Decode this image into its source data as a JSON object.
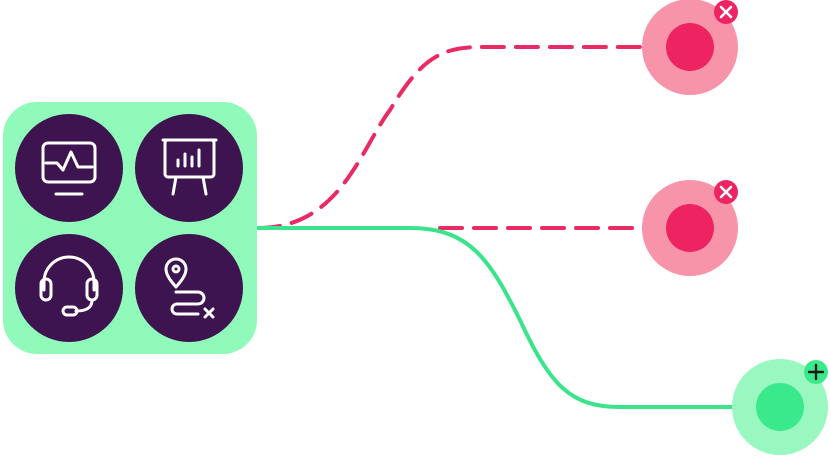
{
  "colors": {
    "hub_bg": "#8ffab9",
    "tile": "#3d144f",
    "tile_icon": "#ffffff",
    "error_outer": "#f794aa",
    "error_inner": "#ee2462",
    "error_line": "#ea2a63",
    "success_outer": "#99f7c0",
    "success_inner": "#3ae98b",
    "success_line": "#3be48b",
    "badge_icon_on_error": "#ffffff",
    "badge_icon_on_success": "#1a1a1a"
  },
  "hub": {
    "tiles": [
      {
        "icon": "monitor-pulse-icon"
      },
      {
        "icon": "presentation-chart-icon"
      },
      {
        "icon": "headset-icon"
      },
      {
        "icon": "route-location-icon"
      }
    ]
  },
  "endpoints": [
    {
      "status": "failed",
      "line_style": "dashed",
      "badge_icon": "close-icon"
    },
    {
      "status": "failed",
      "line_style": "dashed",
      "badge_icon": "close-icon"
    },
    {
      "status": "connected",
      "line_style": "solid",
      "badge_icon": "plus-icon"
    }
  ]
}
